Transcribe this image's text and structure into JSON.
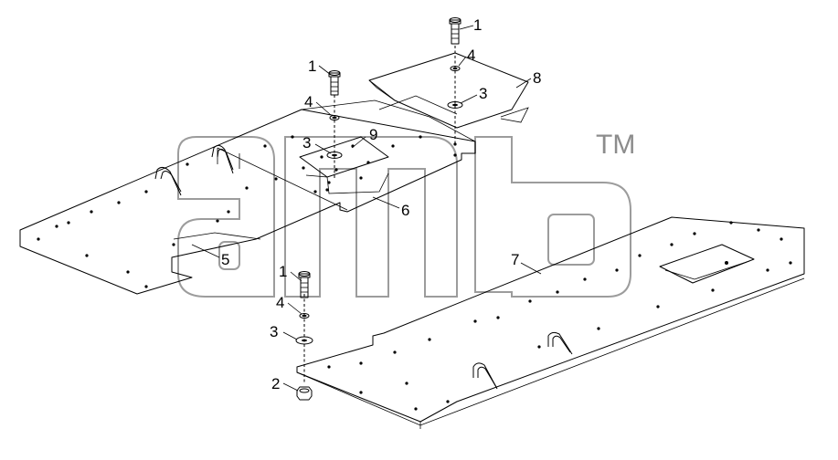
{
  "diagram": {
    "callouts": [
      {
        "id": "c1a",
        "text": "1"
      },
      {
        "id": "c1b",
        "text": "1"
      },
      {
        "id": "c1c",
        "text": "1"
      },
      {
        "id": "c4a",
        "text": "4"
      },
      {
        "id": "c4b",
        "text": "4"
      },
      {
        "id": "c4c",
        "text": "4"
      },
      {
        "id": "c3a",
        "text": "3"
      },
      {
        "id": "c3b",
        "text": "3"
      },
      {
        "id": "c3c",
        "text": "3"
      },
      {
        "id": "c8",
        "text": "8"
      },
      {
        "id": "c9",
        "text": "9"
      },
      {
        "id": "c6",
        "text": "6"
      },
      {
        "id": "c5",
        "text": "5"
      },
      {
        "id": "c7",
        "text": "7"
      },
      {
        "id": "c2",
        "text": "2"
      }
    ],
    "watermark": {
      "tm": "TM",
      "logo_word": "amb"
    }
  }
}
